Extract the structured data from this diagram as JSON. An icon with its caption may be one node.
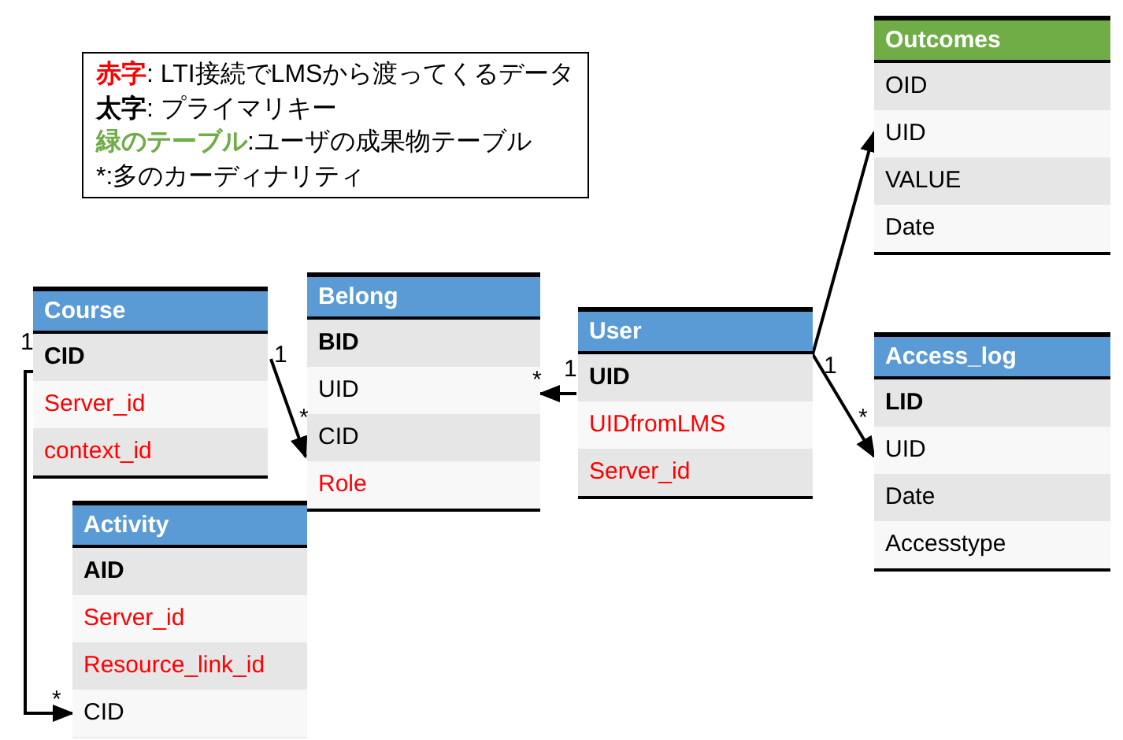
{
  "diagram": {
    "nodes": [
      {
        "text": [
          "赤字",
          ": LTI接続でLMSから渡ってくるデータ",
          "太字",
          ": プライマリキー",
          "緑のテーブル",
          ":ユーザの成果物テーブル",
          "*:多のカーディナリティ"
        ]
      },
      {
        "text": [
          "Outcomes"
        ]
      },
      {
        "text": [
          "OID"
        ],
        "in": 1
      },
      {
        "text": [
          "UID"
        ],
        "in": 1
      },
      {
        "text": [
          "VALUE"
        ],
        "in": 1
      },
      {
        "text": [
          "Date"
        ],
        "in": 1
      },
      {
        "text": [
          "Course"
        ]
      },
      {
        "text": [
          "CID"
        ],
        "in": 6
      },
      {
        "text": [
          "Server_id"
        ],
        "in": 6
      },
      {
        "text": [
          "context_id"
        ],
        "in": 6
      },
      {
        "text": [
          "Belong"
        ]
      },
      {
        "text": [
          "BID"
        ],
        "in": 10
      },
      {
        "text": [
          "UID"
        ],
        "in": 10
      },
      {
        "text": [
          "CID"
        ],
        "in": 10
      },
      {
        "text": [
          "Role"
        ],
        "in": 10
      },
      {
        "text": [
          "User"
        ]
      },
      {
        "text": [
          "UID"
        ],
        "in": 15
      },
      {
        "text": [
          "UIDfromLMS"
        ],
        "in": 15
      },
      {
        "text": [
          "Server_id"
        ],
        "in": 15
      },
      {
        "text": [
          "Access_log"
        ]
      },
      {
        "text": [
          "LID"
        ],
        "in": 19
      },
      {
        "text": [
          "UID"
        ],
        "in": 19
      },
      {
        "text": [
          "Date"
        ],
        "in": 19
      },
      {
        "text": [
          "Accesstype"
        ],
        "in": 19
      },
      {
        "text": [
          "Activity"
        ]
      },
      {
        "text": [
          "AID"
        ],
        "in": 24
      },
      {
        "text": [
          "Server_id"
        ],
        "in": 24
      },
      {
        "text": [
          "Resource_link_id"
        ],
        "in": 24
      },
      {
        "text": [
          "CID"
        ],
        "in": 24
      }
    ],
    "edges": [
      {
        "from": 7,
        "to": 13,
        "arrow": "to"
      },
      {
        "from": 7,
        "to": 28,
        "arrow": "to"
      },
      {
        "from": 16,
        "to": 12,
        "arrow": "to"
      },
      {
        "from": 16,
        "to": 3,
        "arrow": "to"
      },
      {
        "from": 16,
        "to": 21,
        "arrow": "to"
      }
    ],
    "labels": [
      "1",
      "1",
      "*",
      "*",
      "1",
      "1",
      "*",
      "*"
    ]
  }
}
